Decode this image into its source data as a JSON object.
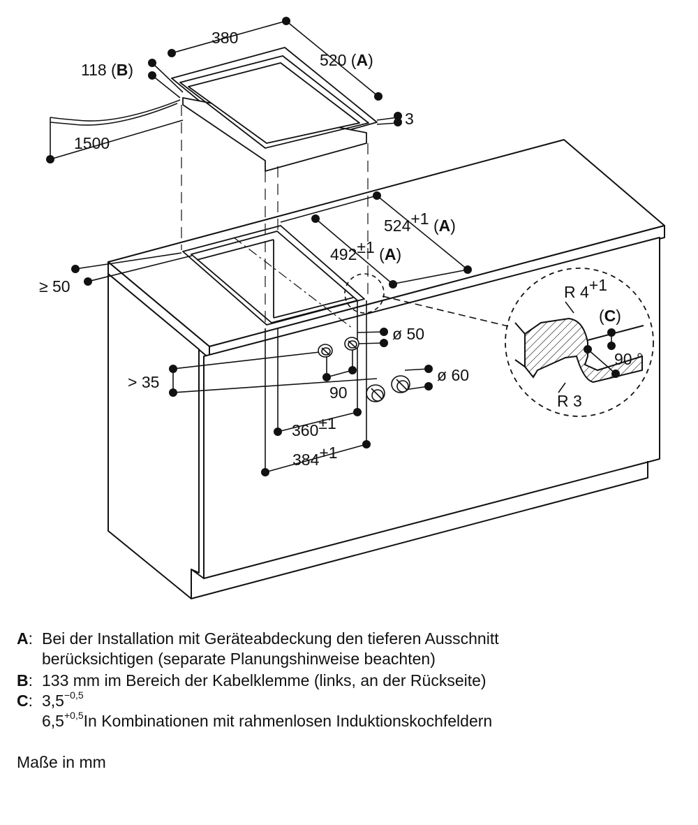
{
  "diagram": {
    "labels": {
      "w380": "380",
      "d520": "520",
      "d520_ref": "A",
      "h118": "118",
      "h118_ref": "B",
      "t3": "3",
      "cable": "1500",
      "d524": "524",
      "d524_sup": "+1",
      "d524_ref": "A",
      "d492": "492",
      "d492_sup": "±1",
      "d492_ref": "A",
      "gap50": "≥ 50",
      "gap35": "> 35",
      "hole50": "ø 50",
      "hole60": "ø 60",
      "sp90": "90",
      "w360": "360",
      "w360_sup": "±1",
      "w384": "384",
      "w384_sup": "+1",
      "r4": "R 4",
      "r4_sup": "+1",
      "detail_ref": "C",
      "angle90": "90 °",
      "r3": "R 3"
    }
  },
  "legend": {
    "a": {
      "key": "A",
      "line1": "Bei der Installation mit Geräteabdeckung den tieferen Ausschnitt",
      "line2": "berücksichtigen (separate Planungshinweise beachten)"
    },
    "b": {
      "key": "B",
      "line1": "133 mm im Bereich der Kabelklemme (links, an der Rückseite)"
    },
    "c": {
      "key": "C",
      "val1": "3,5",
      "val1_sup": "−0,5",
      "val2": "6,5",
      "val2_sup": "+0,5",
      "line2": "In Kombinationen mit rahmenlosen Induktionskochfeldern"
    }
  },
  "units_note": "Maße in mm"
}
